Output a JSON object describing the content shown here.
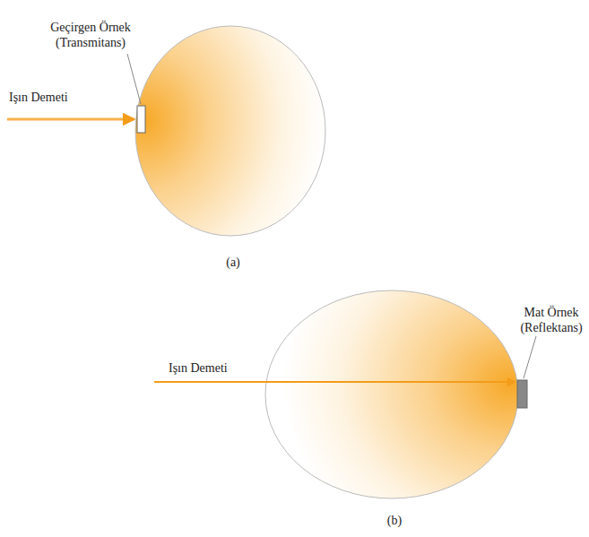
{
  "diagram": {
    "labels": [
      "Geçirgen Örnek (Transmitans)",
      "Işın Demeti",
      "(a)",
      "Mat Örnek (Reflektans)",
      "Işın Demeti",
      "(b)"
    ]
  }
}
